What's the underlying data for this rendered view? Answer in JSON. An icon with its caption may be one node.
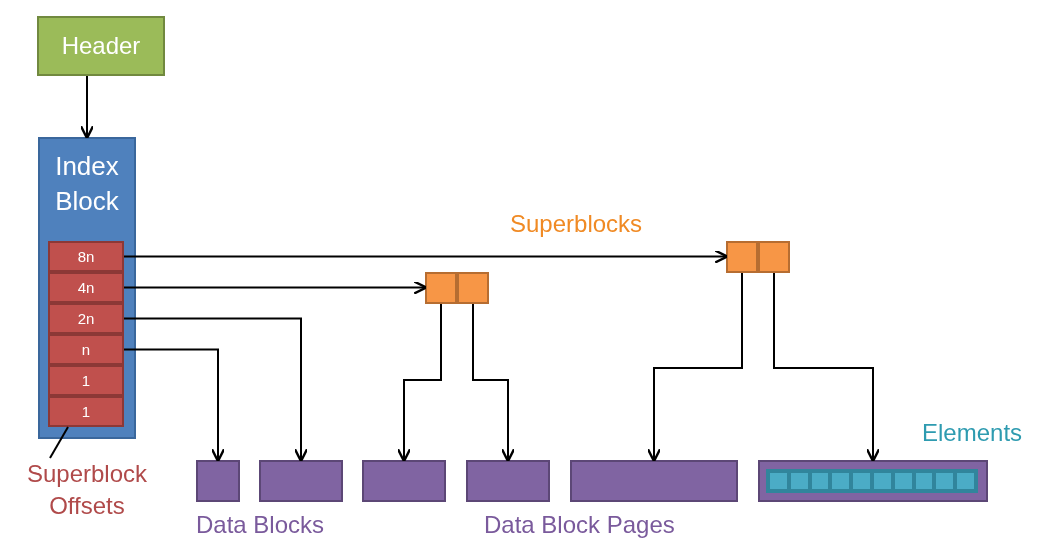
{
  "diagram": {
    "nodes": [
      {
        "text": [
          "Header"
        ]
      },
      {
        "text": [
          "Index Block"
        ]
      },
      {
        "text": [
          "8n"
        ],
        "in": 1
      },
      {
        "text": [
          "4n"
        ],
        "in": 1
      },
      {
        "text": [
          "2n"
        ],
        "in": 1
      },
      {
        "text": [
          "n"
        ],
        "in": 1
      },
      {
        "text": [
          "1"
        ],
        "in": 1
      },
      {
        "text": [
          "1"
        ],
        "in": 1
      },
      {
        "text": [],
        "shape": "box"
      },
      {
        "text": [],
        "shape": "box"
      },
      {
        "text": [],
        "shape": "box"
      },
      {
        "text": [],
        "shape": "box"
      },
      {
        "text": [
          "Superblock Offsets"
        ]
      },
      {
        "text": [],
        "shape": "box"
      },
      {
        "text": [],
        "shape": "box"
      },
      {
        "text": [],
        "shape": "box"
      },
      {
        "text": [],
        "shape": "box"
      },
      {
        "text": [],
        "shape": "box"
      },
      {
        "text": [],
        "shape": "box"
      },
      {
        "text": [],
        "shape": "box",
        "in": 18
      },
      {
        "text": [],
        "shape": "box",
        "in": 19
      },
      {
        "text": [],
        "shape": "box",
        "in": 19
      },
      {
        "text": [],
        "shape": "box",
        "in": 19
      },
      {
        "text": [],
        "shape": "box",
        "in": 19
      },
      {
        "text": [],
        "shape": "box",
        "in": 19
      },
      {
        "text": [],
        "shape": "box",
        "in": 19
      },
      {
        "text": [],
        "shape": "box",
        "in": 19
      },
      {
        "text": [],
        "shape": "box",
        "in": 19
      },
      {
        "text": [],
        "shape": "box",
        "in": 19
      },
      {
        "text": [],
        "shape": "box",
        "in": 19
      }
    ],
    "edges": [
      {
        "from": 0,
        "to": 1,
        "arrow": "to"
      },
      {
        "from": 2,
        "to": 8,
        "arrow": "to"
      },
      {
        "from": 3,
        "to": 10,
        "arrow": "to"
      },
      {
        "from": 4,
        "to": 14,
        "arrow": "to"
      },
      {
        "from": 5,
        "to": 13,
        "arrow": "to"
      },
      {
        "from": 10,
        "to": 15,
        "arrow": "to"
      },
      {
        "from": 11,
        "to": 16,
        "arrow": "to"
      },
      {
        "from": 8,
        "to": 17,
        "arrow": "to"
      },
      {
        "from": 9,
        "to": 18,
        "arrow": "to"
      },
      {
        "from": 12,
        "to": 7,
        "arrow": "none"
      }
    ],
    "labels": [
      "Superblocks",
      "Elements",
      "Data Blocks",
      "Data Block Pages"
    ]
  }
}
